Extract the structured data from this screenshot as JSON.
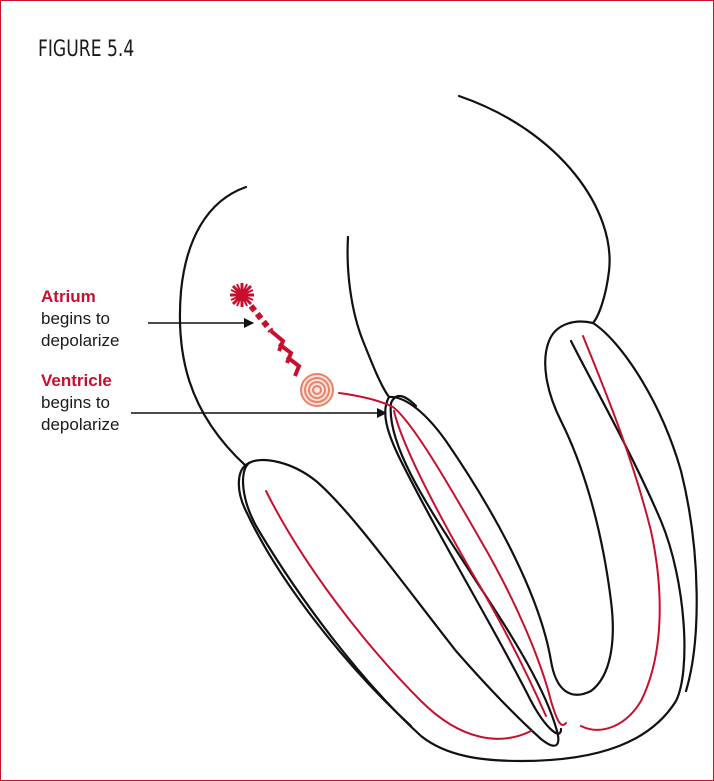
{
  "figure": {
    "title": "FIGURE 5.4"
  },
  "labels": {
    "atrium": {
      "heading": "Atrium",
      "line1": "begins to",
      "line2": "depolarize"
    },
    "ventricle": {
      "heading": "Ventricle",
      "line1": "begins to",
      "line2": "depolarize"
    }
  },
  "colors": {
    "accent_red": "#c8102e",
    "outline": "#111111",
    "node_orange": "#e8846b"
  }
}
